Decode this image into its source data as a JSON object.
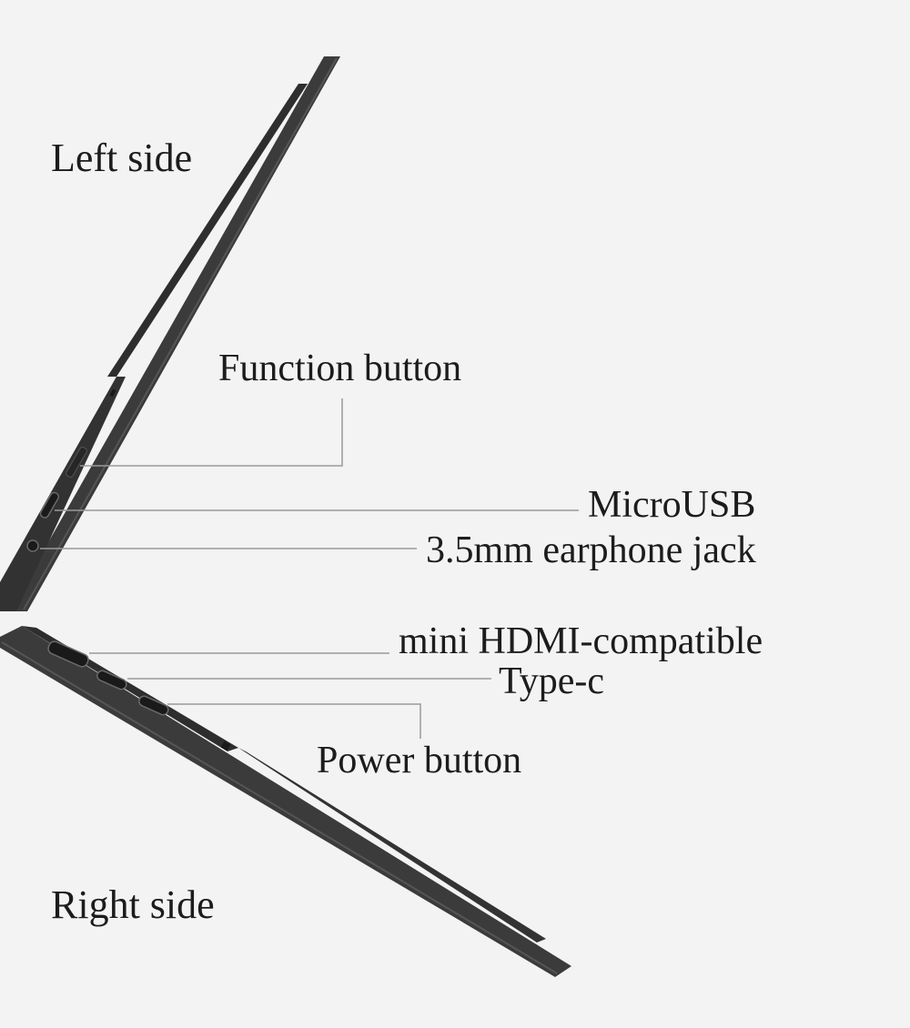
{
  "colors": {
    "background": "#f4f3f3",
    "device_body": "#3b3b3b",
    "device_edge": "#2a2a2a",
    "port_slot": "#1a1a1a",
    "port_rim": "#6a6a6a",
    "leader_line": "#9a9a9a",
    "text": "#1c1c1c"
  },
  "sides": {
    "left": "Left side",
    "right": "Right side"
  },
  "callouts": {
    "function_button": "Function button",
    "micro_usb": "MicroUSB",
    "earphone_jack": "3.5mm earphone jack",
    "mini_hdmi": "mini HDMI-compatible",
    "type_c": "Type-c",
    "power_button": "Power button"
  }
}
